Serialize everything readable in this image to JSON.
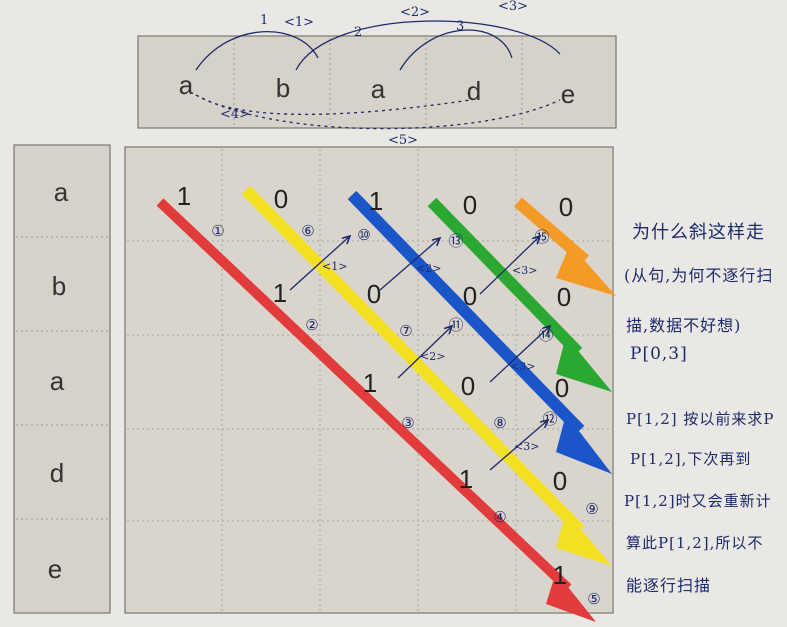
{
  "string_chars": [
    "a",
    "b",
    "a",
    "d",
    "e"
  ],
  "row_labels": [
    "a",
    "b",
    "a",
    "d",
    "e"
  ],
  "matrix_values": [
    {
      "row": 0,
      "col": 0,
      "value": "1"
    },
    {
      "row": 0,
      "col": 1,
      "value": "0"
    },
    {
      "row": 0,
      "col": 2,
      "value": "1"
    },
    {
      "row": 0,
      "col": 3,
      "value": "0"
    },
    {
      "row": 0,
      "col": 4,
      "value": "0"
    },
    {
      "row": 1,
      "col": 1,
      "value": "1"
    },
    {
      "row": 1,
      "col": 2,
      "value": "0"
    },
    {
      "row": 1,
      "col": 3,
      "value": "0"
    },
    {
      "row": 1,
      "col": 4,
      "value": "0"
    },
    {
      "row": 2,
      "col": 2,
      "value": "1"
    },
    {
      "row": 2,
      "col": 3,
      "value": "0"
    },
    {
      "row": 2,
      "col": 4,
      "value": "0"
    },
    {
      "row": 3,
      "col": 3,
      "value": "1"
    },
    {
      "row": 3,
      "col": 4,
      "value": "0"
    },
    {
      "row": 4,
      "col": 4,
      "value": "1"
    }
  ],
  "arc_labels": [
    "1",
    "2",
    "3",
    "<1>",
    "<2>",
    "<3>",
    "<4>",
    "<5>"
  ],
  "step_markers": [
    "①",
    "②",
    "③",
    "④",
    "⑤",
    "⑥",
    "⑦",
    "⑧",
    "⑨",
    "⑩",
    "⑪",
    "⑫",
    "⑬",
    "⑭",
    "⑮"
  ],
  "dependency_labels": [
    "<1>",
    "<2>",
    "<3>"
  ],
  "handwritten_notes": [
    "为什么斜这样走",
    "(从句,为何不逐行扫",
    "描,数据不好想)",
    "P[0,3]",
    "P[1,2] 按以前来求P",
    "P[1,2],下次再到",
    "P[1,2]时又会重新计",
    "算此P[1,2],所以不",
    "能逐行扫描"
  ],
  "colors": {
    "red": "#e23b3b",
    "yellow": "#f3e023",
    "blue": "#1b56c9",
    "green": "#2aa832",
    "orange": "#f49a26",
    "ink": "#1d2a6b"
  }
}
